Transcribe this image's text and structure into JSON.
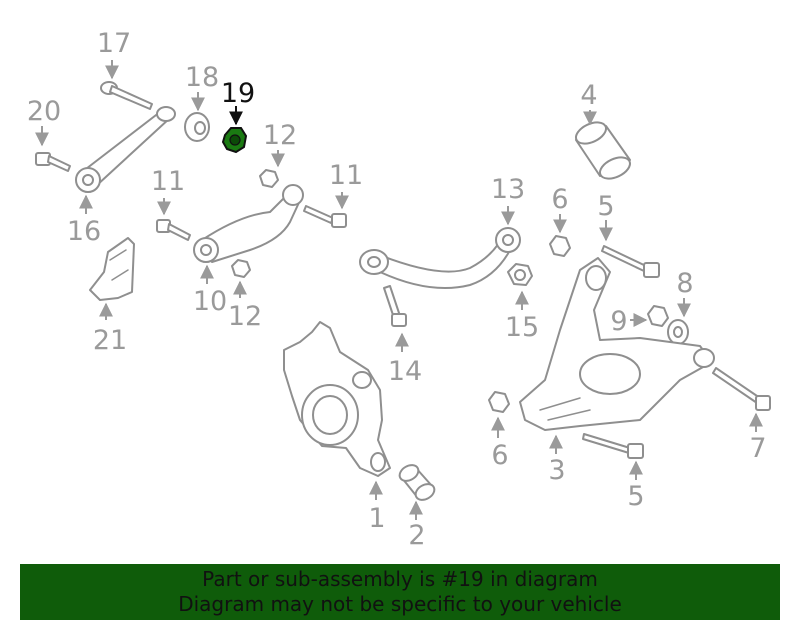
{
  "colors": {
    "banner_bg": "#0f5c0a",
    "highlight_part": "#1a7a12",
    "part_outline": "#8f8f8f",
    "callout_text": "#9a9a9a"
  },
  "highlighted_part": "19",
  "callouts": {
    "p1": "1",
    "p2": "2",
    "p3": "3",
    "p4": "4",
    "p5a": "5",
    "p5b": "5",
    "p6a": "6",
    "p6b": "6",
    "p7": "7",
    "p8": "8",
    "p9": "9",
    "p10": "10",
    "p11a": "11",
    "p11b": "11",
    "p12a": "12",
    "p12b": "12",
    "p13": "13",
    "p14": "14",
    "p15": "15",
    "p16": "16",
    "p17": "17",
    "p18": "18",
    "p19": "19",
    "p20": "20",
    "p21": "21"
  },
  "banner": {
    "line1": "Part or sub-assembly is #19 in diagram",
    "line2": "Diagram may not be specific to your vehicle"
  }
}
